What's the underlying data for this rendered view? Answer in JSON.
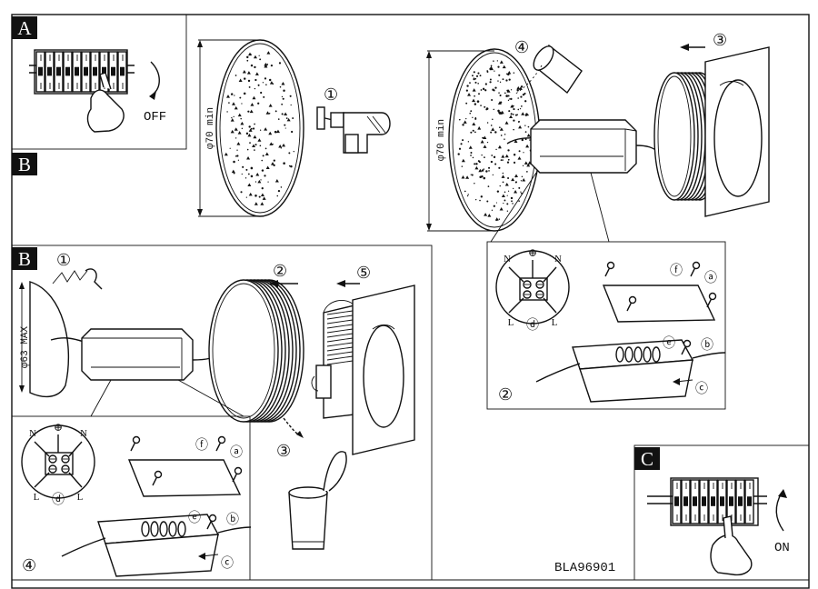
{
  "steps": {
    "a": "A",
    "b_top": "B",
    "b_mid": "B",
    "c": "C"
  },
  "labels": {
    "off": "OFF",
    "on": "ON",
    "dia70_left": "φ70 min",
    "dia70_right": "φ70 min",
    "dia63": "φ63 MAX",
    "model": "BLA96901"
  },
  "numbers": {
    "drill": "①",
    "cover_slide_top": "③",
    "cement": "④",
    "pull_cable": "①",
    "cover_slide_mid": "②",
    "dispose": "③",
    "frame": "⑤",
    "box_left": "④",
    "box_right": "②"
  },
  "terminal": {
    "n1": "N",
    "n2": "N",
    "earth": "⊕",
    "l1": "L",
    "l2": "L",
    "d": "ⓓ",
    "a": "ⓐ",
    "b": "ⓑ",
    "c": "ⓒ",
    "e": "ⓔ",
    "f": "ⓕ"
  },
  "terminal_left": {
    "n1": "N",
    "n2": "N",
    "earth": "⊕",
    "l1": "L",
    "l2": "L",
    "d": "ⓓ",
    "a": "ⓐ",
    "b": "ⓑ",
    "c": "ⓒ",
    "e": "ⓔ",
    "f": "ⓕ"
  }
}
